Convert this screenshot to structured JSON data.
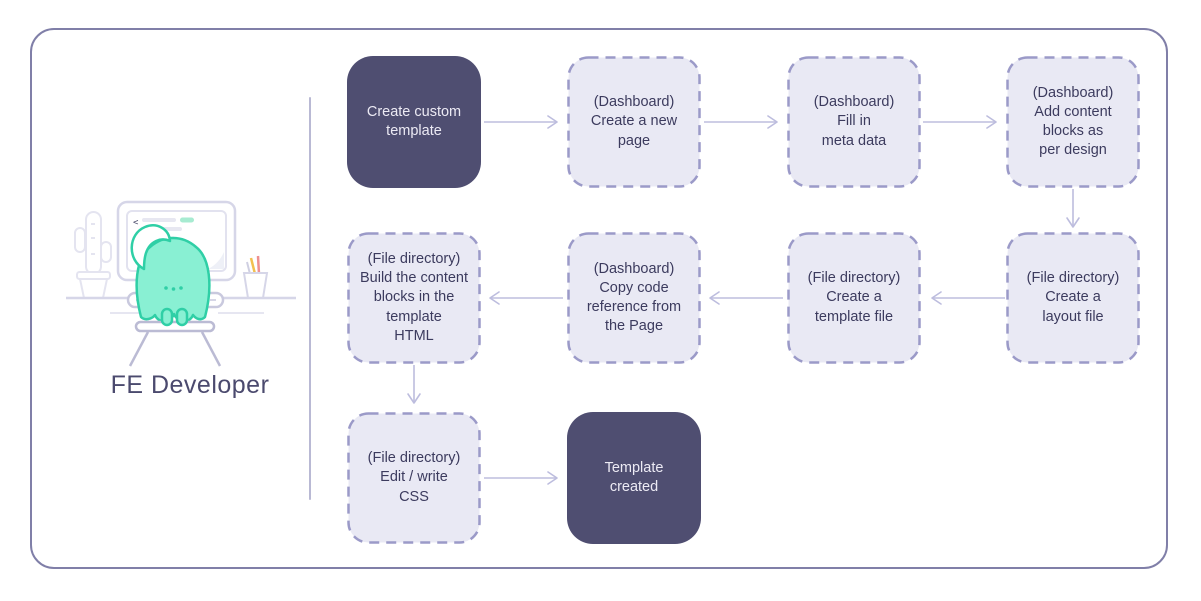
{
  "persona": {
    "label": "FE Developer",
    "illustration_parts": [
      "monitor-icon",
      "code-screen-icon",
      "cactus-icon",
      "pen-cup-icon",
      "keyboard-icon",
      "desk-line",
      "mascot-icon",
      "leaf-icon",
      "stool-icon"
    ]
  },
  "flow": {
    "nodes": [
      {
        "id": "create-custom-template",
        "style": "solid",
        "location": "",
        "text": "Create custom\ntemplate"
      },
      {
        "id": "create-new-page",
        "style": "dashed",
        "location": "(Dashboard)",
        "text": "(Dashboard)\nCreate a new\npage"
      },
      {
        "id": "fill-in-meta-data",
        "style": "dashed",
        "location": "(Dashboard)",
        "text": "(Dashboard)\nFill in\nmeta data"
      },
      {
        "id": "add-content-blocks",
        "style": "dashed",
        "location": "(Dashboard)",
        "text": "(Dashboard)\nAdd content\nblocks as\nper design"
      },
      {
        "id": "create-layout-file",
        "style": "dashed",
        "location": "(File directory)",
        "text": "(File directory)\nCreate a\nlayout file"
      },
      {
        "id": "create-template-file",
        "style": "dashed",
        "location": "(File directory)",
        "text": "(File directory)\nCreate a\ntemplate file"
      },
      {
        "id": "copy-code-reference",
        "style": "dashed",
        "location": "(Dashboard)",
        "text": "(Dashboard)\nCopy code\nreference from\nthe Page"
      },
      {
        "id": "build-content-blocks",
        "style": "dashed",
        "location": "(File directory)",
        "text": "(File directory)\nBuild the content\nblocks in the\ntemplate\nHTML"
      },
      {
        "id": "edit-write-css",
        "style": "dashed",
        "location": "(File directory)",
        "text": "(File directory)\nEdit / write\nCSS"
      },
      {
        "id": "template-created",
        "style": "solid",
        "location": "",
        "text": "Template\ncreated"
      }
    ]
  },
  "colors": {
    "frame_border": "#807fa8",
    "divider": "#b9b9d4",
    "solid_node_bg": "#4f4e71",
    "solid_node_text": "#eceaf4",
    "dashed_node_bg": "#e9e9f4",
    "dashed_node_border": "#9b9ac8",
    "node_text": "#3c3b5e",
    "arrow": "#bdbdde",
    "persona_text": "#4b4a6e",
    "mascot_fill": "#89f0d3",
    "mascot_stroke": "#2fcfa6",
    "code_bar_gray": "#e7e7f1",
    "code_bar_green": "#a7ebd1",
    "code_bar_red": "#f3a5a5",
    "pen_yellow": "#f2c04f",
    "pen_red": "#ee8f8f"
  }
}
